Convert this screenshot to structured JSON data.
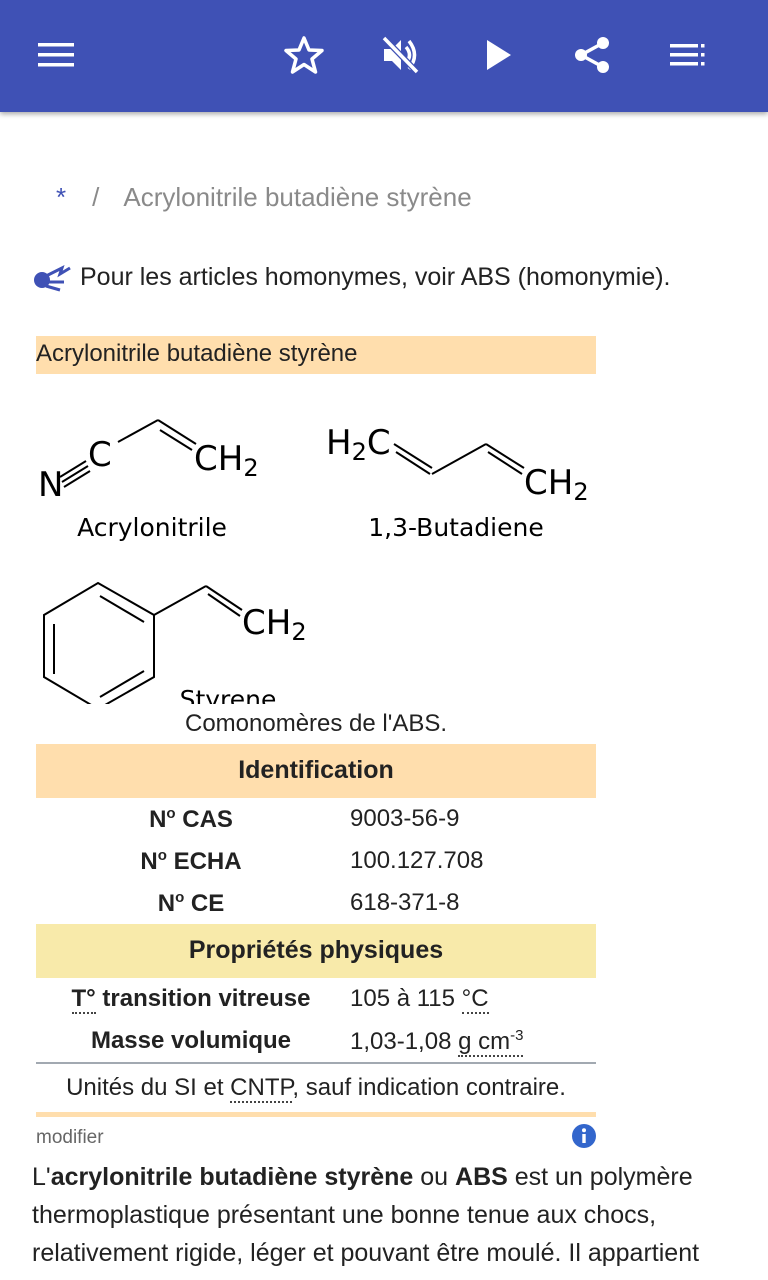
{
  "toolbar": {
    "color": "#3f51b5",
    "icons": [
      "menu-icon",
      "star-icon",
      "volume-off-icon",
      "play-icon",
      "share-icon",
      "toc-menu-icon"
    ]
  },
  "breadcrumb": {
    "home": "*",
    "separator": "/",
    "current": "Acrylonitrile butadiène styrène"
  },
  "hatnote": {
    "text": "Pour les articles homonymes, voir ABS (homonymie)."
  },
  "infobox": {
    "title": "Acrylonitrile butadiène styrène",
    "structures": {
      "acrylonitrile": {
        "label": "Acrylonitrile",
        "n": "N",
        "c": "C",
        "ch": "CH",
        "sub": "2"
      },
      "butadiene": {
        "label": "1,3-Butadiene",
        "h": "H",
        "sub": "2",
        "c": "C",
        "ch": "CH"
      },
      "styrene": {
        "label": "Styrene",
        "ch": "CH",
        "sub": "2"
      }
    },
    "caption": "Comonomères de l'ABS.",
    "identification": {
      "header": "Identification",
      "rows": [
        {
          "label_main": "N",
          "label_sup": "o",
          "label_rest": " CAS",
          "value": "9003-56-9"
        },
        {
          "label_main": "N",
          "label_sup": "o",
          "label_rest": " ECHA",
          "value": "100.127.708"
        },
        {
          "label_main": "N",
          "label_sup": "o",
          "label_rest": " CE",
          "value": "618-371-8"
        }
      ]
    },
    "physical": {
      "header": "Propriétés physiques",
      "tg": {
        "abbr": "T°",
        "label_rest": " transition vitreuse",
        "value": "105 à 115 ",
        "unit": "°C"
      },
      "density": {
        "label": "Masse volumique",
        "value": "1,03-1,08 ",
        "unit": "g cm",
        "unit_sup": "-3"
      }
    },
    "footer": {
      "before": "Unités du SI et ",
      "link": "CNTP",
      "after": ", sauf indication contraire."
    },
    "edit_link": "modifier"
  },
  "article": {
    "p1": "L'",
    "b1": "acrylonitrile butadiène styrène",
    "p2": " ou ",
    "b2": "ABS",
    "p3": " est un polymère thermoplastique présentant une bonne tenue aux chocs, relativement rigide, léger et pouvant être moulé. Il appartient"
  }
}
